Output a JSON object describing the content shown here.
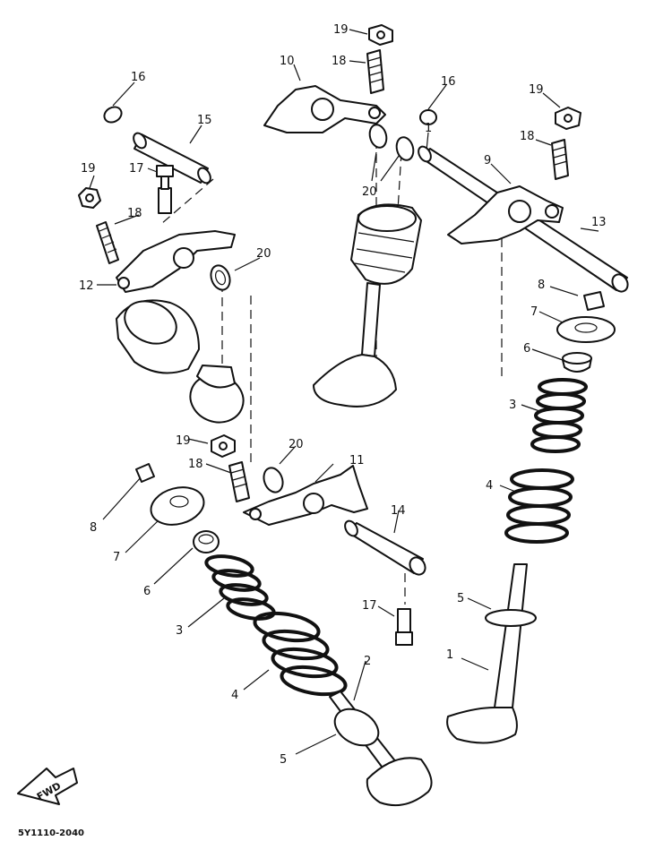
{
  "labels": {
    "l1a": "1",
    "l1b": "1",
    "l2": "2",
    "l3a": "3",
    "l3b": "3",
    "l4a": "4",
    "l4b": "4",
    "l5a": "5",
    "l5b": "5",
    "l6a": "6",
    "l6b": "6",
    "l7a": "7",
    "l7b": "7",
    "l8a": "8",
    "l8b": "8",
    "l9": "9",
    "l10": "10",
    "l11": "11",
    "l12": "12",
    "l13": "13",
    "l14": "14",
    "l15": "15",
    "l16a": "16",
    "l16b": "16",
    "l17a": "17",
    "l17b": "17",
    "l18a": "18",
    "l18b": "18",
    "l18c": "18",
    "l19a": "19",
    "l19b": "19",
    "l19c": "19",
    "l19d": "19",
    "l20a": "20",
    "l20b": "20",
    "l20c": "20"
  },
  "fwd_badge": "FWD",
  "diagram_code": "5Y1110-2040"
}
